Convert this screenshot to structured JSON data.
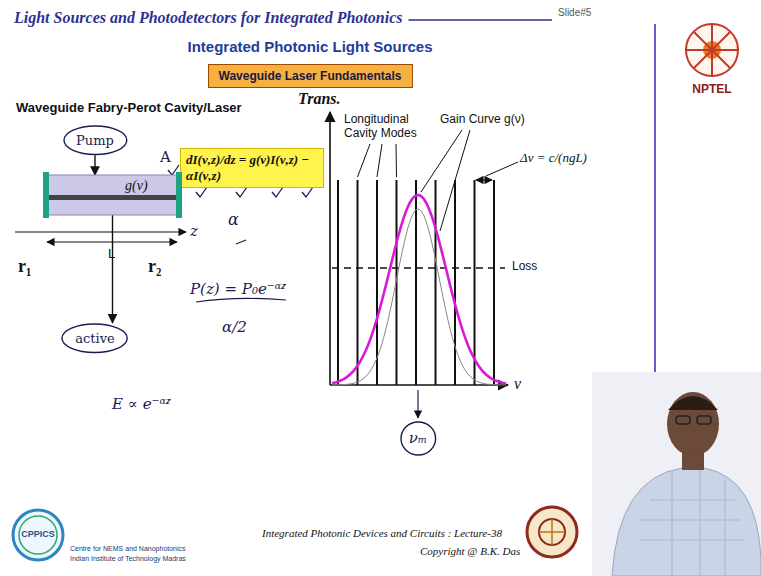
{
  "diagram": {
    "title": "Light Sources and Photodetectors for Integrated Photonics",
    "nodes": [
      {
        "text": [
          "Waveguide Laser Fundamentals"
        ]
      },
      {
        "text": [
          "dI(ν,z)/dz = g(ν)I(ν,z) − αI(ν,z)"
        ]
      },
      {
        "text": [
          "Pump"
        ]
      },
      {
        "text": [
          "g(ν)"
        ]
      },
      {
        "text": [
          "active"
        ]
      },
      {
        "text": [
          "νₘ"
        ]
      }
    ],
    "edges": [
      {
        "from": 2,
        "to": 3,
        "arrow": "to"
      },
      {
        "from": 3,
        "to": 4,
        "arrow": "to"
      }
    ],
    "labels": [
      "Slide#5",
      "Integrated Photonic Light Sources",
      "Waveguide Fabry-Perot Cavity/Laser",
      "L",
      "r₁",
      "r₂",
      "z",
      "A",
      "α",
      "P(z) = P₀e⁻ᵅᶻ",
      "α/2",
      "E ∝ e⁻ᵅᶻ",
      "Trans.",
      "Longitudinal Cavity Modes",
      "Gain Curve g(ν)",
      "Δν = c/(ngL)",
      "Loss",
      "ν",
      "NPTEL",
      "CPPICS",
      "Centre for NEMS and Nanophotonics",
      "Indian Institute of Technology Madras",
      "Integrated Photonic Devices and Circuits : Lecture-38",
      "Copyright @ B.K. Das"
    ]
  }
}
